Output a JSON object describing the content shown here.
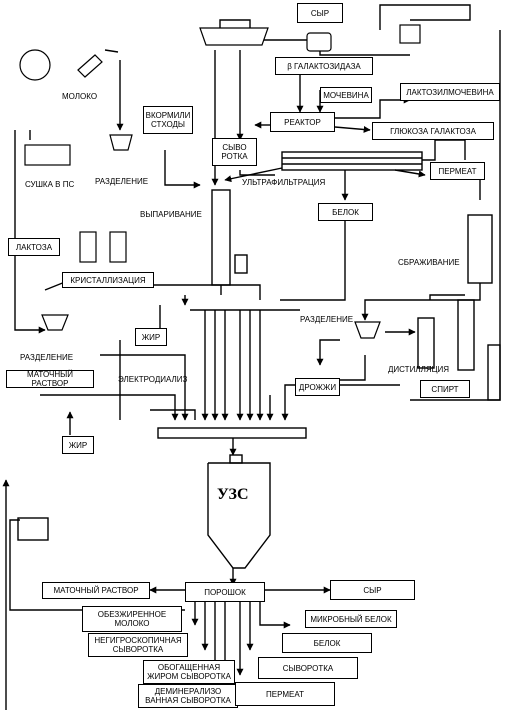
{
  "nodes": {
    "cheese_top": "СЫР",
    "milk": "МОЛОКО",
    "beta_gal": "β ГАЛАКТОЗИДАЗА",
    "urea": "МОЧЕВИНА",
    "lactourea": "ЛАКТОЗИЛМОЧЕВИНА",
    "feed_waste": "ВКОРМИЛИ\nСТХОДЫ",
    "whey": "СЫВО\nРОТКА",
    "reactor": "РЕАКТОР",
    "glucose": "ГЛЮКОЗА ГАЛАКТОЗА",
    "drying": "СУШКА В ПС",
    "separation_top": "РАЗДЕЛЕНИЕ",
    "ultrafiltration": "УЛЬТРАФИЛЬТРАЦИЯ",
    "permeate_top": "ПЕРМЕАТ",
    "evaporation": "ВЫПАРИВАНИЕ",
    "protein_top": "БЕЛОК",
    "lactose": "ЛАКТОЗА",
    "fermentation": "СБРАЖИВАНИЕ",
    "crystallization": "КРИСТАЛЛИЗАЦИЯ",
    "separation_mid": "РАЗДЕЛЕНИЕ",
    "fat_mid": "ЖИР",
    "separation_left": "РАЗДЕЛЕНИЕ",
    "distillation": "ДИСТИЛЛЯЦИЯ",
    "mother_liquor": "МАТОЧНЫЙ РАСТВОР",
    "electrodialysis": "ЭЛЕКТРОДИАЛИЗ",
    "yeast": "ДРОЖЖИ",
    "spirit": "СПИРТ",
    "fat_bottom": "ЖИР",
    "dryer": "УЗС",
    "powder": "ПОРОШОК"
  },
  "products": [
    "МАТОЧНЫЙ РАСТВОР",
    "СЫР",
    "ОБЕЗЖИРЕННОЕ\nМОЛОКО",
    "МИКРОБНЫЙ БЕЛОК",
    "НЕГИГРОСКОПИЧНАЯ\nСЫВОРОТКА",
    "БЕЛОК",
    "ОБОГАЩЕННАЯ\nЖИРОМ СЫВОРОТКА",
    "СЫВОРОТКА",
    "ДЕМИНЕРАЛИЗО\nВАННАЯ СЫВОРОТКА",
    "ПЕРМЕАТ"
  ]
}
